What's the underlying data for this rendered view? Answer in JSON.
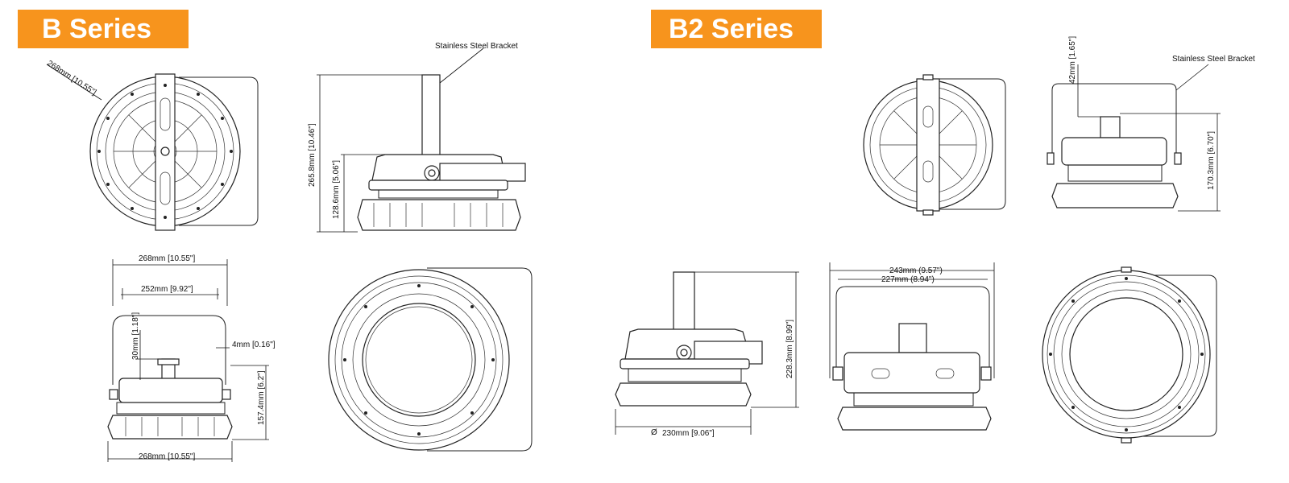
{
  "b_series": {
    "title": "B Series",
    "bracket_label": "Stainless Steel Bracket",
    "top_view_diameter": "268mm [10.55\"]",
    "side_height_total": "265.8mm [10.46\"]",
    "side_height_body": "128.6mm [5.06\"]",
    "front_width_outer": "268mm [10.55\"]",
    "front_width_inner": "252mm [9.92\"]",
    "front_dim_30": "30mm [1.18\"]",
    "front_dim_4": "4mm [0.16\"]",
    "front_height": "157.4mm [6.2\"]",
    "front_diameter_bottom": "268mm [10.55\"]"
  },
  "b2_series": {
    "title": "B2 Series",
    "bracket_label": "Stainless Steel Bracket",
    "dim_42": "42mm [1.65\"]",
    "dim_170": "170.3mm [6.70\"]",
    "dim_228": "228.3mm [8.99\"]",
    "dim_230": "230mm [9.06\"]",
    "dim_230_prefix": "Ø",
    "dim_243": "243mm (9.57\")",
    "dim_227": "227mm (8.94\")"
  }
}
